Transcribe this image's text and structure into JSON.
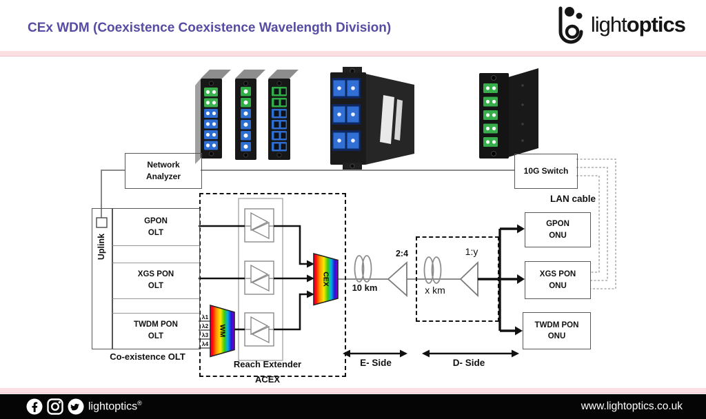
{
  "colors": {
    "accent_purple": "#564CA3",
    "pink_band": "#fcdfe3",
    "footer_bg": "#050505",
    "rainbow": [
      "#e4007c",
      "#ff0000",
      "#ff9100",
      "#ffe800",
      "#3ecb0c",
      "#00b3e6",
      "#2414d6",
      "#8a00c4"
    ]
  },
  "header": {
    "title": "CEx WDM (Coexistence Coexistence Wavelength Division)",
    "logo_light": "light",
    "logo_bold": "optics"
  },
  "diagram": {
    "network_analyzer": {
      "line1": "Network",
      "line2": "Analyzer"
    },
    "uplink": "Uplink",
    "olt_stack": [
      {
        "line1": "GPON",
        "line2": "OLT"
      },
      {
        "line1": "XGS PON",
        "line2": "OLT"
      },
      {
        "line1": "TWDM PON",
        "line2": "OLT"
      }
    ],
    "co_existence_label": "Co-existence OLT",
    "lambdas": [
      "λ1",
      "λ2",
      "λ3",
      "λ4"
    ],
    "wm_label": "WM",
    "cex_label": "CEX",
    "reach_extender_label": "Reach Extender",
    "acex_label": "ACEX",
    "fiber_e": "10 km",
    "fiber_d": "x km",
    "splitter_e": "2:4",
    "splitter_d": "1:y",
    "e_side_label": "E- Side",
    "d_side_label": "D- Side",
    "switch_label": "10G Switch",
    "lan_cable_label": "LAN cable",
    "onus": [
      {
        "line1": "GPON",
        "line2": "ONU"
      },
      {
        "line1": "XGS PON",
        "line2": "ONU"
      },
      {
        "line1": "TWDM PON",
        "line2": "ONU"
      }
    ]
  },
  "footer": {
    "brand": "lightoptics",
    "reg_mark": "®",
    "website": "www.lightoptics.co.uk",
    "social_icons": [
      "facebook-icon",
      "instagram-icon",
      "twitter-icon"
    ]
  }
}
